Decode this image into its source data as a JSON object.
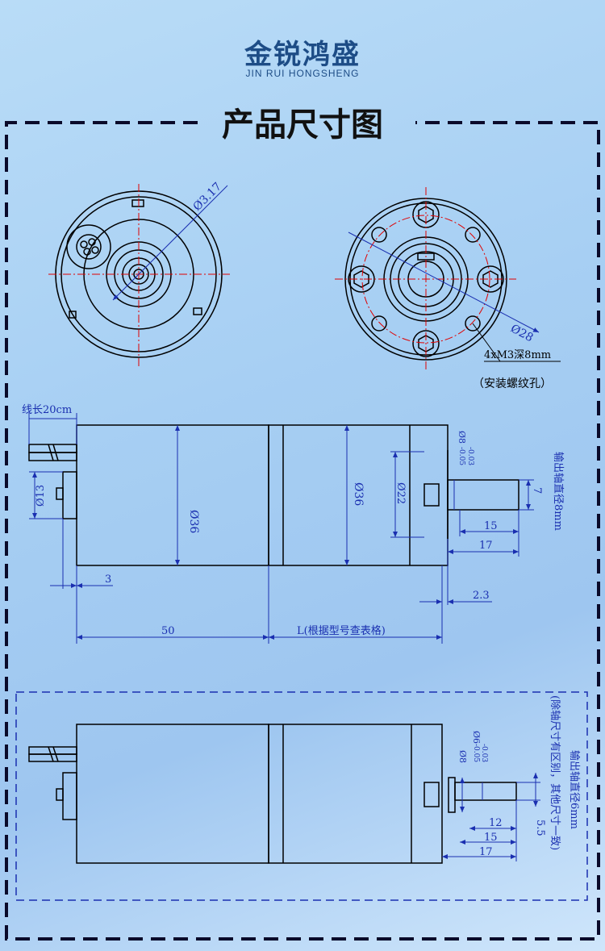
{
  "header": {
    "brand_cn": "金锐鸿盛",
    "brand_en": "JIN RUI HONGSHENG",
    "title": "产品尺寸图"
  },
  "end_view": {
    "rear_diameter": "Ø3.17",
    "front_diameter": "Ø28",
    "screw_spec": "4xM3深8mm",
    "screw_note": "（安装螺纹孔）"
  },
  "side_view_8mm": {
    "wire_length": "线长20cm",
    "bearing_dia": "Ø13",
    "body_dia_left": "Ø36",
    "body_dia_right": "Ø36",
    "boss_dia": "Ø22",
    "shaft_dia": "Ø8-0.03/-0.05",
    "shaft_dia_main": "Ø8",
    "tol_upper": "-0.03",
    "tol_lower": "-0.05",
    "flat": "7",
    "shaft_len_15": "15",
    "shaft_len_17": "17",
    "offset_3": "3",
    "offset_2_3": "2.3",
    "motor_len": "50",
    "gear_len": "L(根据型号查表格)",
    "note": "输出轴直径8mm"
  },
  "side_view_6mm": {
    "shaft_dia_main": "Ø6",
    "tol_upper": "-0.03",
    "tol_lower": "-0.05",
    "boss_dia": "Ø8",
    "len_12": "12",
    "len_15": "15",
    "len_17": "17",
    "flat": "5.5",
    "note_1": "输出轴直径6mm",
    "note_2": "(除轴尺寸有区别，其他尺寸一致)"
  },
  "colors": {
    "brand": "#1d4c86",
    "line": "#000000",
    "center_line": "#e00000",
    "dim": "#1a2fb0",
    "frame": "#0a0a2a"
  }
}
